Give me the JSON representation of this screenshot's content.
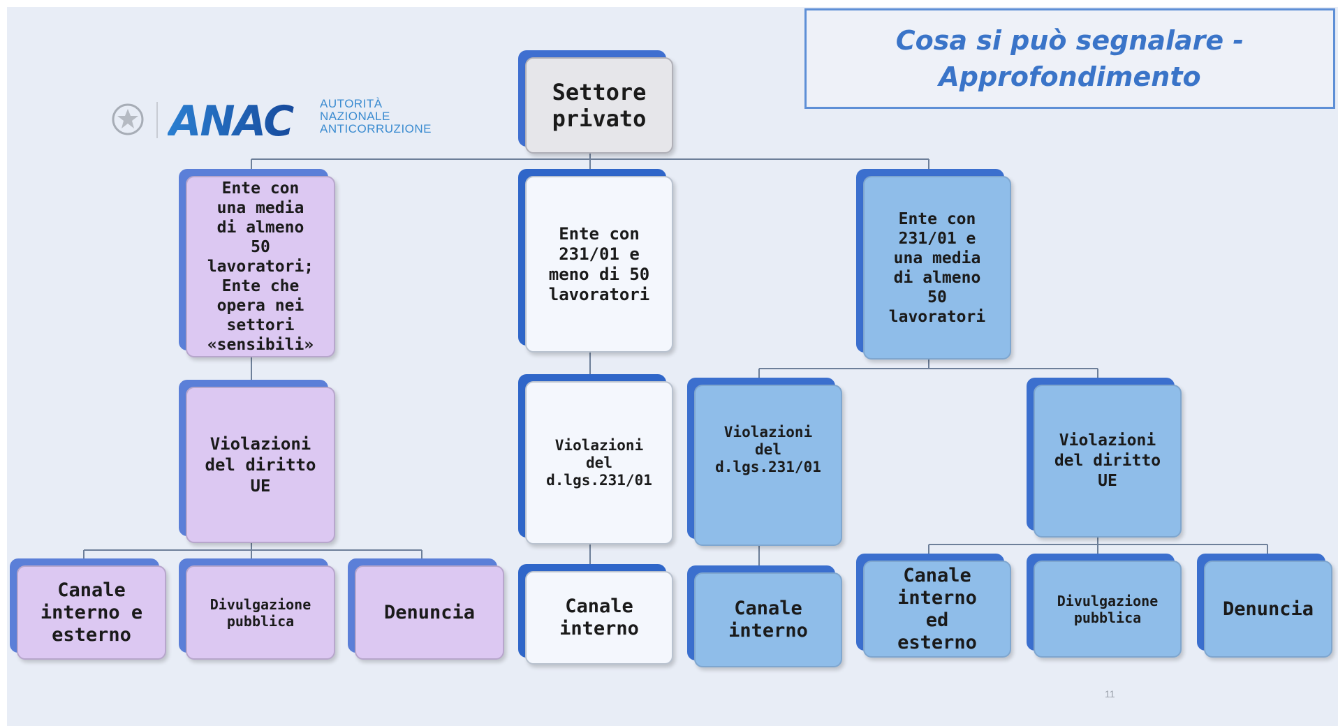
{
  "title": {
    "line1": "Cosa si può segnalare -",
    "line2": "Approfondimento"
  },
  "logo": {
    "wordmark": "ANAC",
    "line1": "AUTORITÀ",
    "line2": "NAZIONALE",
    "line3": "ANTICORRUZIONE"
  },
  "page_number": "11",
  "nodes": {
    "root": "Settore\nprivato",
    "ente_50": "Ente con\nuna media\ndi almeno\n50\nlavoratori;\nEnte che\nopera nei\nsettori\n«sensibili»",
    "ente_231_meno50": "Ente con\n231/01 e\nmeno di 50\nlavoratori",
    "ente_231_almeno50": "Ente con\n231/01 e\nuna media\ndi almeno\n50\nlavoratori",
    "viol_ue_left": "Violazioni\ndel diritto\nUE",
    "viol_231_mid": "Violazioni\ndel\nd.lgs.231/01",
    "viol_231_right": "Violazioni\ndel\nd.lgs.231/01",
    "viol_ue_right": "Violazioni\ndel diritto\nUE",
    "canale_int_est": "Canale\ninterno e\nesterno",
    "divulgazione_left": "Divulgazione\npubblica",
    "denuncia_left": "Denuncia",
    "canale_int_mid": "Canale\ninterno",
    "canale_int_right": "Canale\ninterno",
    "canale_int_ed_est": "Canale\ninterno\ned\nesterno",
    "divulgazione_right": "Divulgazione\npubblica",
    "denuncia_right": "Denuncia"
  },
  "colors": {
    "purple": "#dcc8f2",
    "blue": "#8fbde9",
    "white": "#f4f7fd",
    "title": "#3a74c8",
    "connector": "#6d7f99"
  }
}
